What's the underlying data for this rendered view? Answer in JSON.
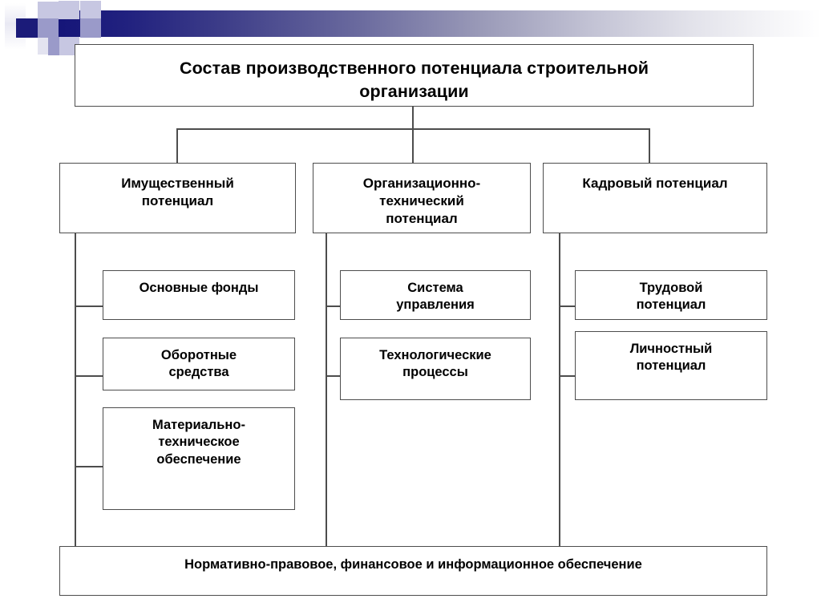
{
  "decoration": {
    "name": "slide-header-decoration",
    "colors": {
      "navy": "#1b1b79",
      "mid": "#9a9ac9",
      "light": "#c7c7e2",
      "pale": "#e3e3f0",
      "gradient_from": "#141478",
      "gradient_to": "#ffffff"
    }
  },
  "diagram": {
    "type": "hierarchy-tree",
    "title": {
      "line1": "Состав производственного потенциала строительной",
      "line2": "организации"
    },
    "level2": [
      {
        "id": "property",
        "line1": "Имущественный",
        "line2": "потенциал",
        "line3": ""
      },
      {
        "id": "org-technical",
        "line1": "Организационно-",
        "line2": "технический",
        "line3": "потенциал"
      },
      {
        "id": "personnel",
        "line1": "Кадровый потенциал",
        "line2": "",
        "line3": ""
      }
    ],
    "level3": {
      "property": [
        {
          "id": "fixed-assets",
          "line1": "Основные фонды",
          "line2": "",
          "line3": ""
        },
        {
          "id": "working-capital",
          "line1": "Оборотные",
          "line2": "средства",
          "line3": ""
        },
        {
          "id": "material-supply",
          "line1": "Материально-",
          "line2": "техническое",
          "line3": "обеспечение"
        }
      ],
      "org-technical": [
        {
          "id": "management-system",
          "line1": "Система",
          "line2": "управления",
          "line3": ""
        },
        {
          "id": "technological-proc",
          "line1": "Технологические",
          "line2": "процессы",
          "line3": ""
        }
      ],
      "personnel": [
        {
          "id": "labour-potential",
          "line1": "Трудовой",
          "line2": "потенциал",
          "line3": ""
        },
        {
          "id": "personal-potential",
          "line1": "Личностный",
          "line2": "потенциал",
          "line3": ""
        }
      ]
    },
    "footer": {
      "id": "support-base",
      "text": "Нормативно-правовое, финансовое и информационное обеспечение"
    }
  }
}
